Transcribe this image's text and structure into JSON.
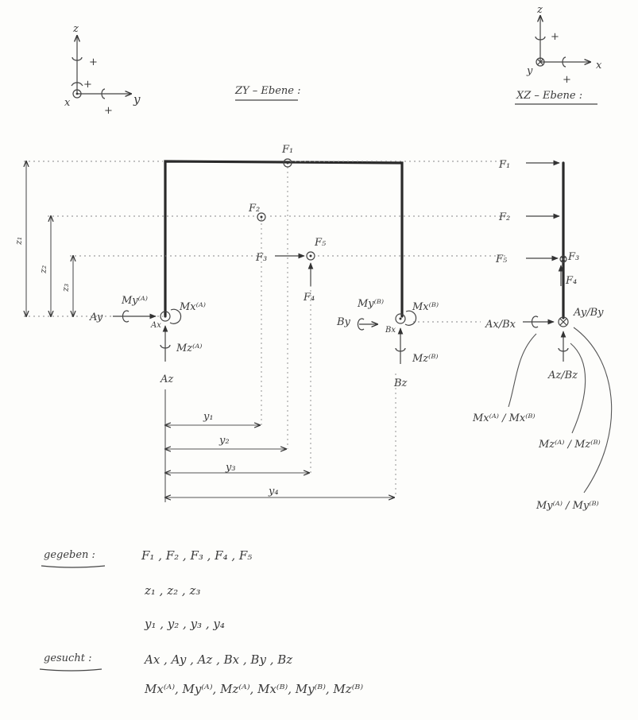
{
  "axes_left": {
    "z": "z",
    "y": "y",
    "x": "x",
    "plus": "+"
  },
  "axes_right": {
    "z": "z",
    "y": "y",
    "x": "x",
    "plus": "+"
  },
  "titles": {
    "zy": "ZY – Ebene :",
    "xz": "XZ – Ebene :"
  },
  "forces": {
    "F1": "F₁",
    "F2": "F₂",
    "F3": "F₃",
    "F4": "F₄",
    "F5": "F₅"
  },
  "support_a": {
    "Ay": "Ay",
    "Az": "Az",
    "Ax": "Ax",
    "My": "My⁽ᴬ⁾",
    "Mx": "Mx⁽ᴬ⁾",
    "Mz": "Mz⁽ᴬ⁾"
  },
  "support_b": {
    "By": "By",
    "Bz": "Bz",
    "Bx": "Bx",
    "My": "My⁽ᴮ⁾",
    "Mx": "Mx⁽ᴮ⁾",
    "Mz": "Mz⁽ᴮ⁾"
  },
  "dims": {
    "z1": "z₁",
    "z2": "z₂",
    "z3": "z₃",
    "y1": "y₁",
    "y2": "y₂",
    "y3": "y₃",
    "y4": "y₄"
  },
  "side_view": {
    "F1": "F₁",
    "F2": "F₂",
    "F5": "F₅",
    "F3": "F₃",
    "F4": "F₄",
    "AxBx": "Ax/Bx",
    "AyBy": "Ay/By",
    "AzBz": "Az/Bz",
    "MxAB": "Mx⁽ᴬ⁾ / Mx⁽ᴮ⁾",
    "MzAB": "Mz⁽ᴬ⁾ / Mz⁽ᴮ⁾",
    "MyAB": "My⁽ᴬ⁾ / My⁽ᴮ⁾"
  },
  "given": {
    "label": "gegeben :",
    "forces": "F₁ , F₂ , F₃ , F₄ , F₅",
    "z": "z₁ , z₂ , z₃",
    "y": "y₁ , y₂ , y₃ , y₄"
  },
  "sought": {
    "label": "gesucht :",
    "reactions": "Ax , Ay , Az , Bx , By , Bz",
    "moments": "Mx⁽ᴬ⁾, My⁽ᴬ⁾, Mz⁽ᴬ⁾, Mx⁽ᴮ⁾, My⁽ᴮ⁾, Mz⁽ᴮ⁾"
  }
}
